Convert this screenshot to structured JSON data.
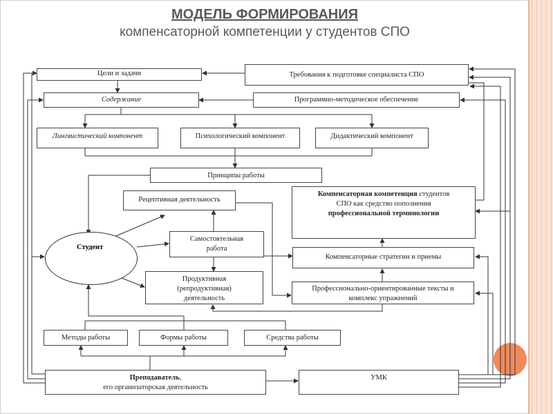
{
  "title": {
    "main": "МОДЕЛЬ ФОРМИРОВАНИЯ",
    "sub": "компенсаторной компетенции у студентов СПО"
  },
  "nodes": {
    "goals": "Цели и задачи",
    "requirements": "Требования к подготовке специалиста  СПО",
    "content": "Содержание",
    "program": "Программно-методическое обеспечение",
    "linguistic": "Лингвистический компонент",
    "psychological": "Психологический компонент",
    "didactic": "Дидактический компонент",
    "principles": "Принципы работы",
    "receptive": "Рецептивная деятельность",
    "competence_bold": "Компенсаторная компетенция",
    "competence_rest": " студентов",
    "competence_line2": "СПО как средство пополнения",
    "competence_line3": "профессиональной терминологии",
    "student": "Студент",
    "independent_line1": "Самостоятельная",
    "independent_line2": "работа",
    "strategies": "Компенсаторные стратегии и приемы",
    "productive_line1": "Продуктивная",
    "productive_line2": "(репродуктивная)",
    "productive_line3": "деятельность",
    "texts_line1": "Профессионально-ориентированные тексты и",
    "texts_line2": "комплекс упражнений",
    "methods": "Методы работы",
    "forms": "Формы работы",
    "means": "Средства работы",
    "teacher_bold": "Преподаватель",
    "teacher_comma": ",",
    "teacher_line2": "его организаторская деятельность",
    "umk": "УМК"
  },
  "colors": {
    "title_text": "#595959",
    "accent_circle": "#f08a5d",
    "stripe": "#fbe3d6"
  }
}
